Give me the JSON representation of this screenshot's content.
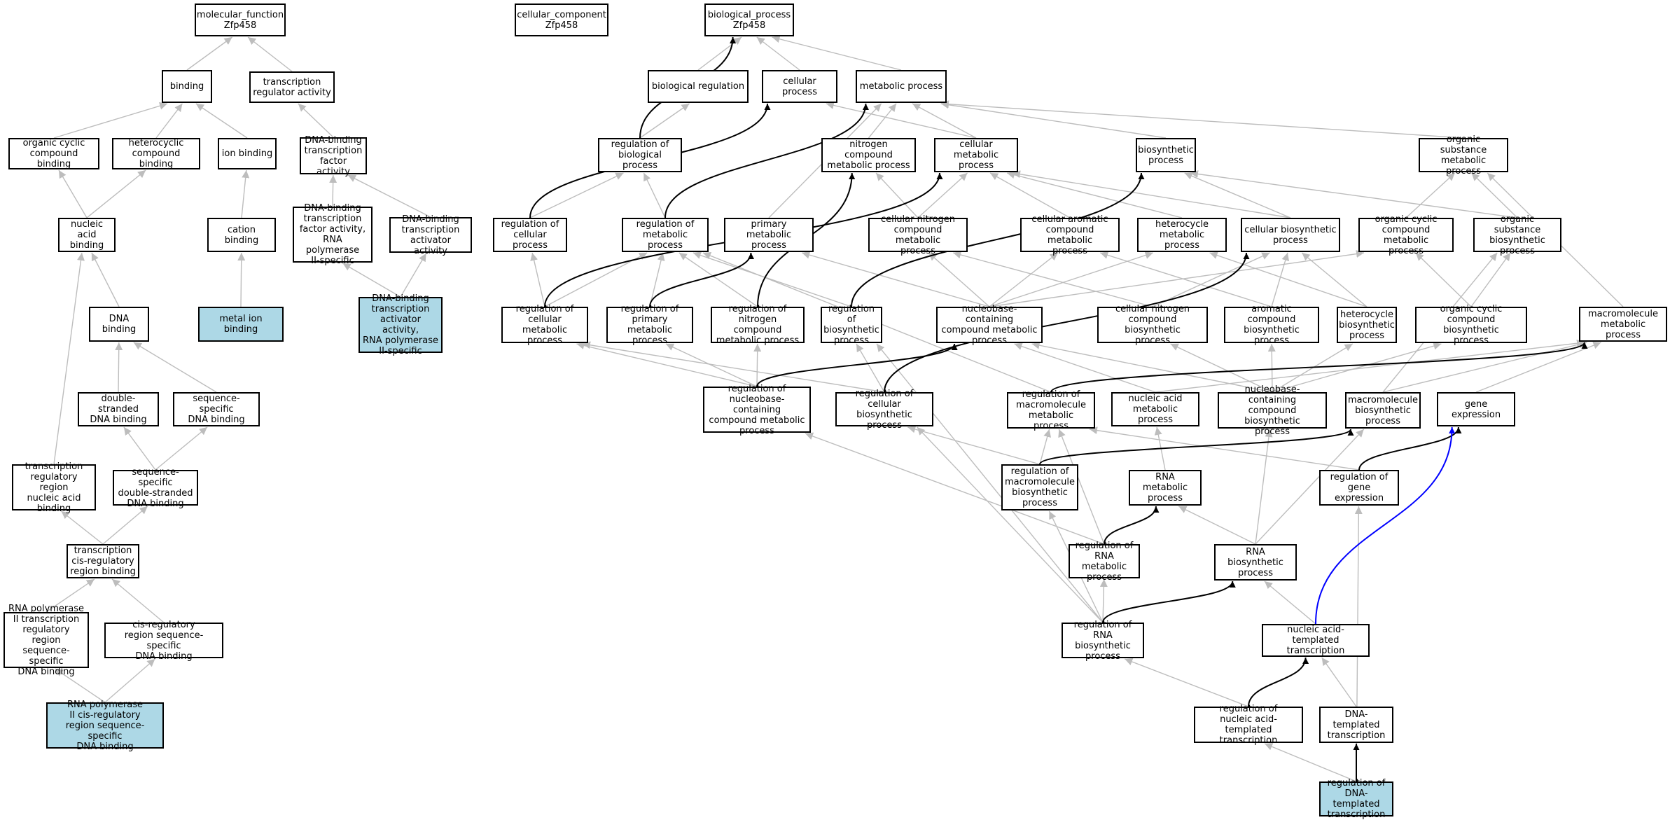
{
  "colors": {
    "node_fill": "#ffffff",
    "highlight_fill": "#add8e6",
    "edge_gray": "#bdbdbd",
    "edge_black": "#000000",
    "edge_blue": "#0000ff"
  },
  "nodes": {
    "mf_root": {
      "label": "molecular_function\nZfp458"
    },
    "cc_root": {
      "label": "cellular_component\nZfp458"
    },
    "bp_root": {
      "label": "biological_process\nZfp458"
    },
    "binding": {
      "label": "binding"
    },
    "tr_reg_act": {
      "label": "transcription\nregulator activity"
    },
    "org_cyc_bind": {
      "label": "organic cyclic\ncompound binding"
    },
    "hetero_bind": {
      "label": "heterocyclic\ncompound binding"
    },
    "ion_bind": {
      "label": "ion binding"
    },
    "dbtfa": {
      "label": "DNA-binding\ntranscription\nfactor activity"
    },
    "nuc_acid_bind": {
      "label": "nucleic acid\nbinding"
    },
    "cation_bind": {
      "label": "cation binding"
    },
    "dbtfa_pol2": {
      "label": "DNA-binding\ntranscription\nfactor activity,\nRNA polymerase\nII-specific"
    },
    "dbtaa": {
      "label": "DNA-binding\ntranscription\nactivator activity"
    },
    "dna_bind": {
      "label": "DNA binding"
    },
    "metal_ion_bind": {
      "label": "metal ion binding"
    },
    "dbtaa_pol2": {
      "label": "DNA-binding\ntranscription\nactivator activity,\nRNA polymerase\nII-specific"
    },
    "ds_dna_bind": {
      "label": "double-stranded\nDNA binding"
    },
    "ss_dna_bind": {
      "label": "sequence-specific\nDNA binding"
    },
    "tr_reg_nab": {
      "label": "transcription\nregulatory region\nnucleic acid\nbinding"
    },
    "ss_ds_dna_bind": {
      "label": "sequence-specific\ndouble-stranded\nDNA binding"
    },
    "tr_cis_bind": {
      "label": "transcription\ncis-regulatory\nregion binding"
    },
    "pol2_tr_reg": {
      "label": "RNA polymerase\nII transcription\nregulatory region\nsequence-specific\nDNA binding"
    },
    "cis_reg_ss": {
      "label": "cis-regulatory\nregion sequence-specific\nDNA binding"
    },
    "pol2_cis": {
      "label": "RNA polymerase\nII cis-regulatory\nregion sequence-specific\nDNA binding"
    },
    "bio_reg": {
      "label": "biological regulation"
    },
    "cell_proc": {
      "label": "cellular process"
    },
    "met_proc": {
      "label": "metabolic process"
    },
    "reg_bio_proc": {
      "label": "regulation of\nbiological process"
    },
    "nitro_met": {
      "label": "nitrogen compound\nmetabolic process"
    },
    "cell_met": {
      "label": "cellular metabolic\nprocess"
    },
    "biosyn": {
      "label": "biosynthetic\nprocess"
    },
    "org_sub_met": {
      "label": "organic substance\nmetabolic process"
    },
    "reg_cell_proc": {
      "label": "regulation of\ncellular process"
    },
    "reg_met_proc": {
      "label": "regulation of\nmetabolic process"
    },
    "prim_met": {
      "label": "primary metabolic\nprocess"
    },
    "cell_nitro_met": {
      "label": "cellular nitrogen\ncompound metabolic\nprocess"
    },
    "cell_arom_met": {
      "label": "cellular aromatic\ncompound metabolic\nprocess"
    },
    "hetero_met": {
      "label": "heterocycle\nmetabolic process"
    },
    "cell_biosyn": {
      "label": "cellular biosynthetic\nprocess"
    },
    "org_cyc_met": {
      "label": "organic cyclic\ncompound metabolic\nprocess"
    },
    "org_sub_biosyn": {
      "label": "organic substance\nbiosynthetic\nprocess"
    },
    "reg_cell_met": {
      "label": "regulation of\ncellular metabolic\nprocess"
    },
    "reg_prim_met": {
      "label": "regulation of\nprimary metabolic\nprocess"
    },
    "reg_nitro_met": {
      "label": "regulation of\nnitrogen compound\nmetabolic process"
    },
    "reg_biosyn": {
      "label": "regulation of\nbiosynthetic\nprocess"
    },
    "nbc_met": {
      "label": "nucleobase-containing\ncompound metabolic\nprocess"
    },
    "cell_nitro_biosyn": {
      "label": "cellular nitrogen\ncompound biosynthetic\nprocess"
    },
    "arom_biosyn": {
      "label": "aromatic compound\nbiosynthetic\nprocess"
    },
    "hetero_biosyn": {
      "label": "heterocycle\nbiosynthetic\nprocess"
    },
    "org_cyc_biosyn": {
      "label": "organic cyclic\ncompound biosynthetic\nprocess"
    },
    "macro_met": {
      "label": "macromolecule\nmetabolic process"
    },
    "reg_nbc_met": {
      "label": "regulation of\nnucleobase-containing\ncompound metabolic\nprocess"
    },
    "reg_cell_biosyn": {
      "label": "regulation of\ncellular biosynthetic\nprocess"
    },
    "reg_macro_met": {
      "label": "regulation of\nmacromolecule\nmetabolic process"
    },
    "nuc_acid_met": {
      "label": "nucleic acid\nmetabolic process"
    },
    "nbc_biosyn": {
      "label": "nucleobase-containing\ncompound biosynthetic\nprocess"
    },
    "macro_biosyn": {
      "label": "macromolecule\nbiosynthetic\nprocess"
    },
    "gene_expr": {
      "label": "gene expression"
    },
    "reg_macro_biosyn": {
      "label": "regulation of\nmacromolecule\nbiosynthetic\nprocess"
    },
    "rna_met": {
      "label": "RNA metabolic\nprocess"
    },
    "reg_gene_expr": {
      "label": "regulation of\ngene expression"
    },
    "reg_rna_met": {
      "label": "regulation of\nRNA metabolic\nprocess"
    },
    "rna_biosyn": {
      "label": "RNA biosynthetic\nprocess"
    },
    "reg_rna_biosyn": {
      "label": "regulation of\nRNA biosynthetic\nprocess"
    },
    "na_templ_tr": {
      "label": "nucleic acid-templated\ntranscription"
    },
    "reg_na_templ_tr": {
      "label": "regulation of\nnucleic acid-templated\ntranscription"
    },
    "dna_templ_tr": {
      "label": "DNA-templated\ntranscription"
    },
    "reg_dna_templ_tr": {
      "label": "regulation of\nDNA-templated\ntranscription"
    }
  }
}
